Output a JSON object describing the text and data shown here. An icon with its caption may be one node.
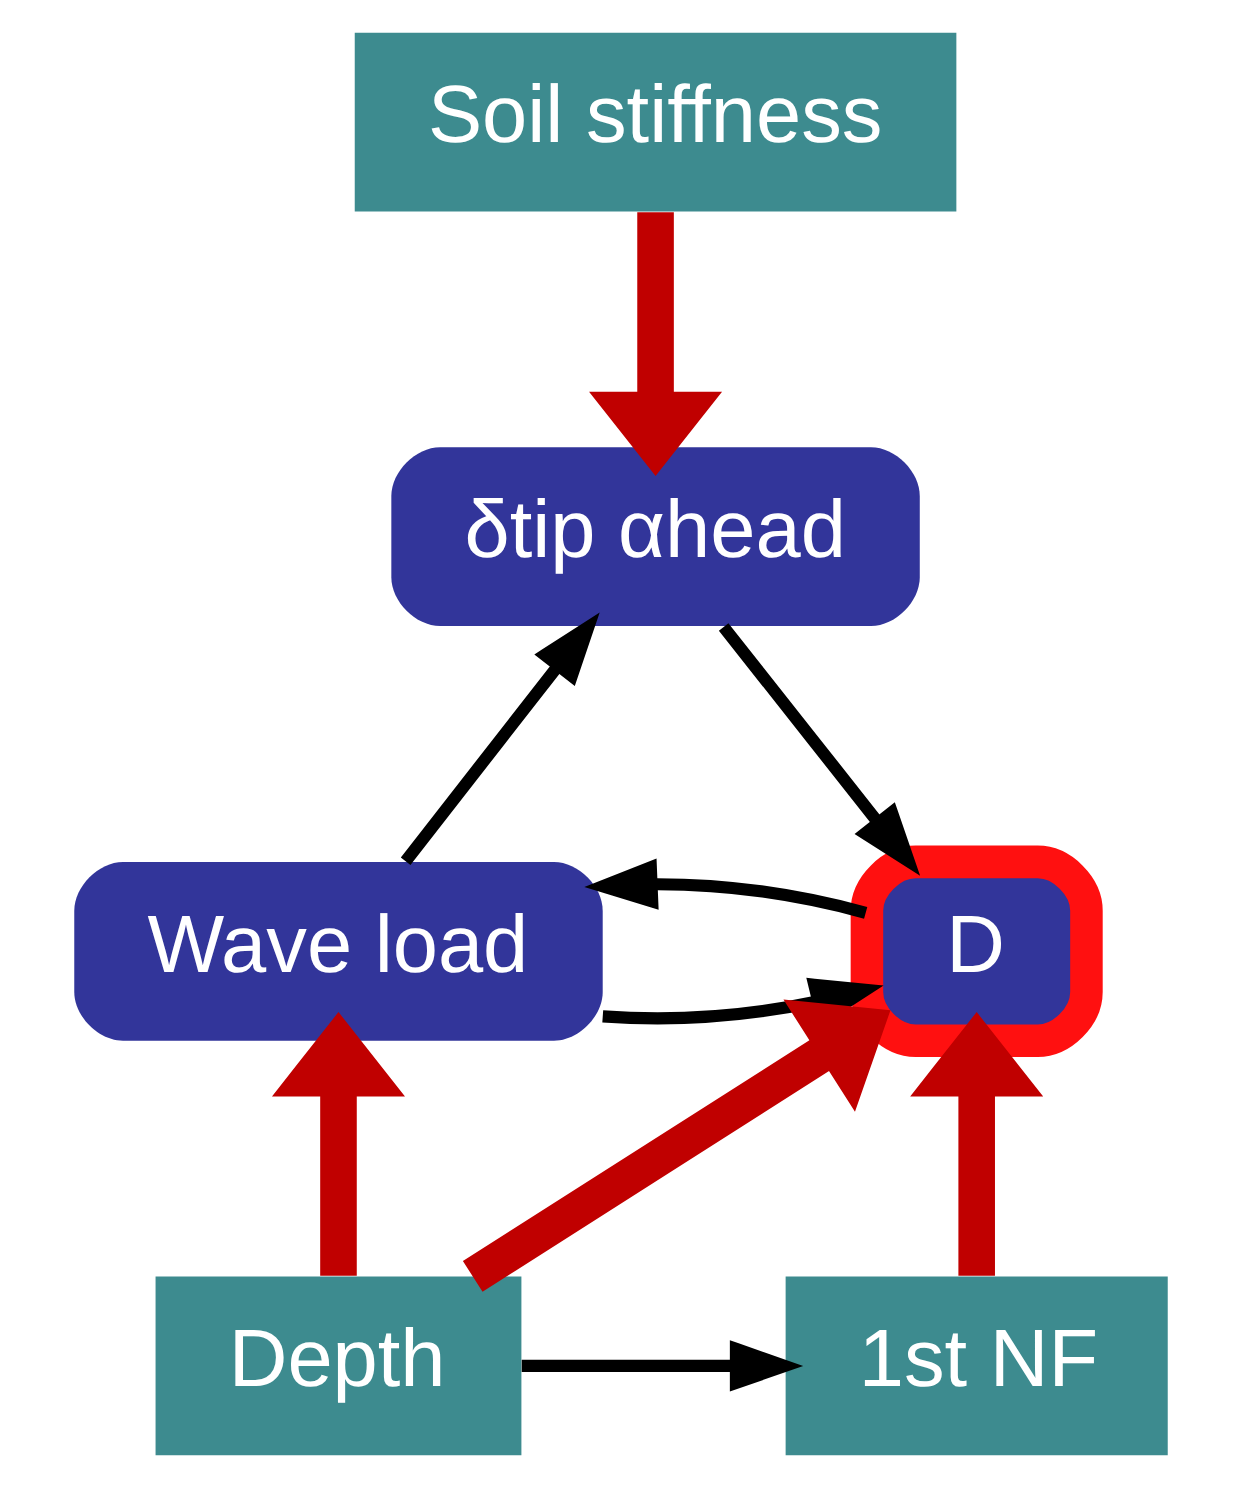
{
  "diagram": {
    "nodes": [
      {
        "text": [
          "Soil stiffness"
        ]
      },
      {
        "text": [
          "δtip αhead"
        ]
      },
      {
        "text": [
          "Wave load"
        ]
      },
      {
        "text": [
          "D"
        ]
      },
      {
        "text": [
          "Depth"
        ]
      },
      {
        "text": [
          "1st NF"
        ]
      }
    ],
    "edges": [
      {
        "from": 0,
        "to": 1,
        "arrow": "to",
        "style": "thick",
        "color": "#c00000"
      },
      {
        "from": 1,
        "to": 3,
        "arrow": "to"
      },
      {
        "from": 2,
        "to": 1,
        "arrow": "to"
      },
      {
        "from": 2,
        "to": 3,
        "arrow": "to"
      },
      {
        "from": 3,
        "to": 2,
        "arrow": "to"
      },
      {
        "from": 4,
        "to": 2,
        "arrow": "to",
        "style": "thick",
        "color": "#c00000"
      },
      {
        "from": 4,
        "to": 3,
        "arrow": "to",
        "style": "thick",
        "color": "#c00000"
      },
      {
        "from": 5,
        "to": 3,
        "arrow": "to",
        "style": "thick",
        "color": "#c00000"
      },
      {
        "from": 4,
        "to": 5,
        "arrow": "to"
      }
    ]
  }
}
